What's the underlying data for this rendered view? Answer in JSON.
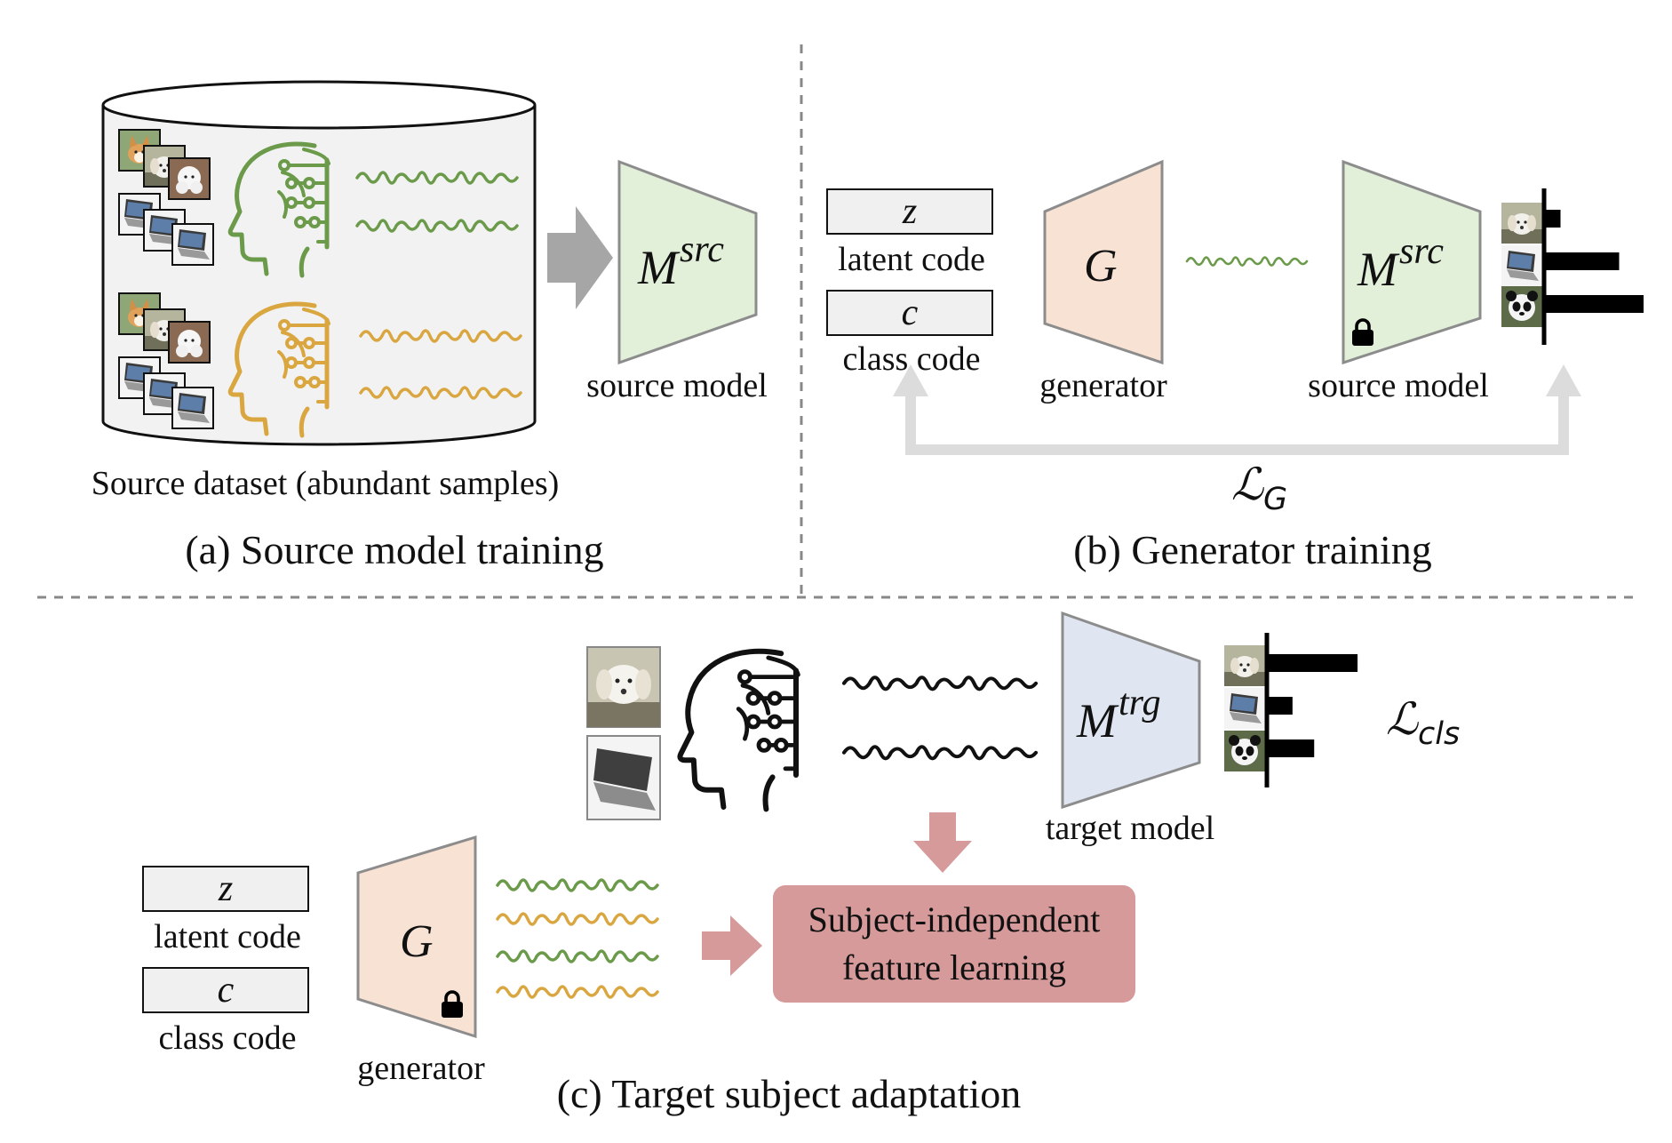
{
  "panel_a": {
    "caption": "(a) Source model training",
    "dataset_label": "Source dataset (abundant samples)",
    "model_symbol": "M",
    "model_superscript": "src",
    "model_label": "source model"
  },
  "panel_b": {
    "caption": "(b) Generator training",
    "latent_symbol": "z",
    "latent_label": "latent code",
    "class_symbol": "c",
    "class_label": "class code",
    "generator_symbol": "G",
    "generator_label": "generator",
    "model_symbol": "M",
    "model_superscript": "src",
    "model_label": "source model",
    "loss_symbol": "ℒ",
    "loss_subscript": "G",
    "output_bars": [
      0.15,
      0.75,
      1.0
    ]
  },
  "panel_c": {
    "caption": "(c) Target subject adaptation",
    "model_symbol": "M",
    "model_superscript": "trg",
    "model_label": "target model",
    "loss_symbol": "ℒ",
    "loss_subscript": "cls",
    "latent_symbol": "z",
    "latent_label": "latent code",
    "class_symbol": "c",
    "class_label": "class code",
    "generator_symbol": "G",
    "generator_label": "generator",
    "box_line1": "Subject-independent",
    "box_line2": "feature learning",
    "output_bars": [
      0.82,
      0.22,
      0.42
    ]
  },
  "colors": {
    "green": "#6b9a4a",
    "orange": "#d9a640",
    "source_model_fill": "#e2efd9",
    "generator_fill": "#f7e2d4",
    "target_model_fill": "#dfe5f1",
    "highlight_box": "#d69a9b",
    "gray_arrow": "#a6a6a6",
    "light_arrow": "#dcdcdc"
  }
}
